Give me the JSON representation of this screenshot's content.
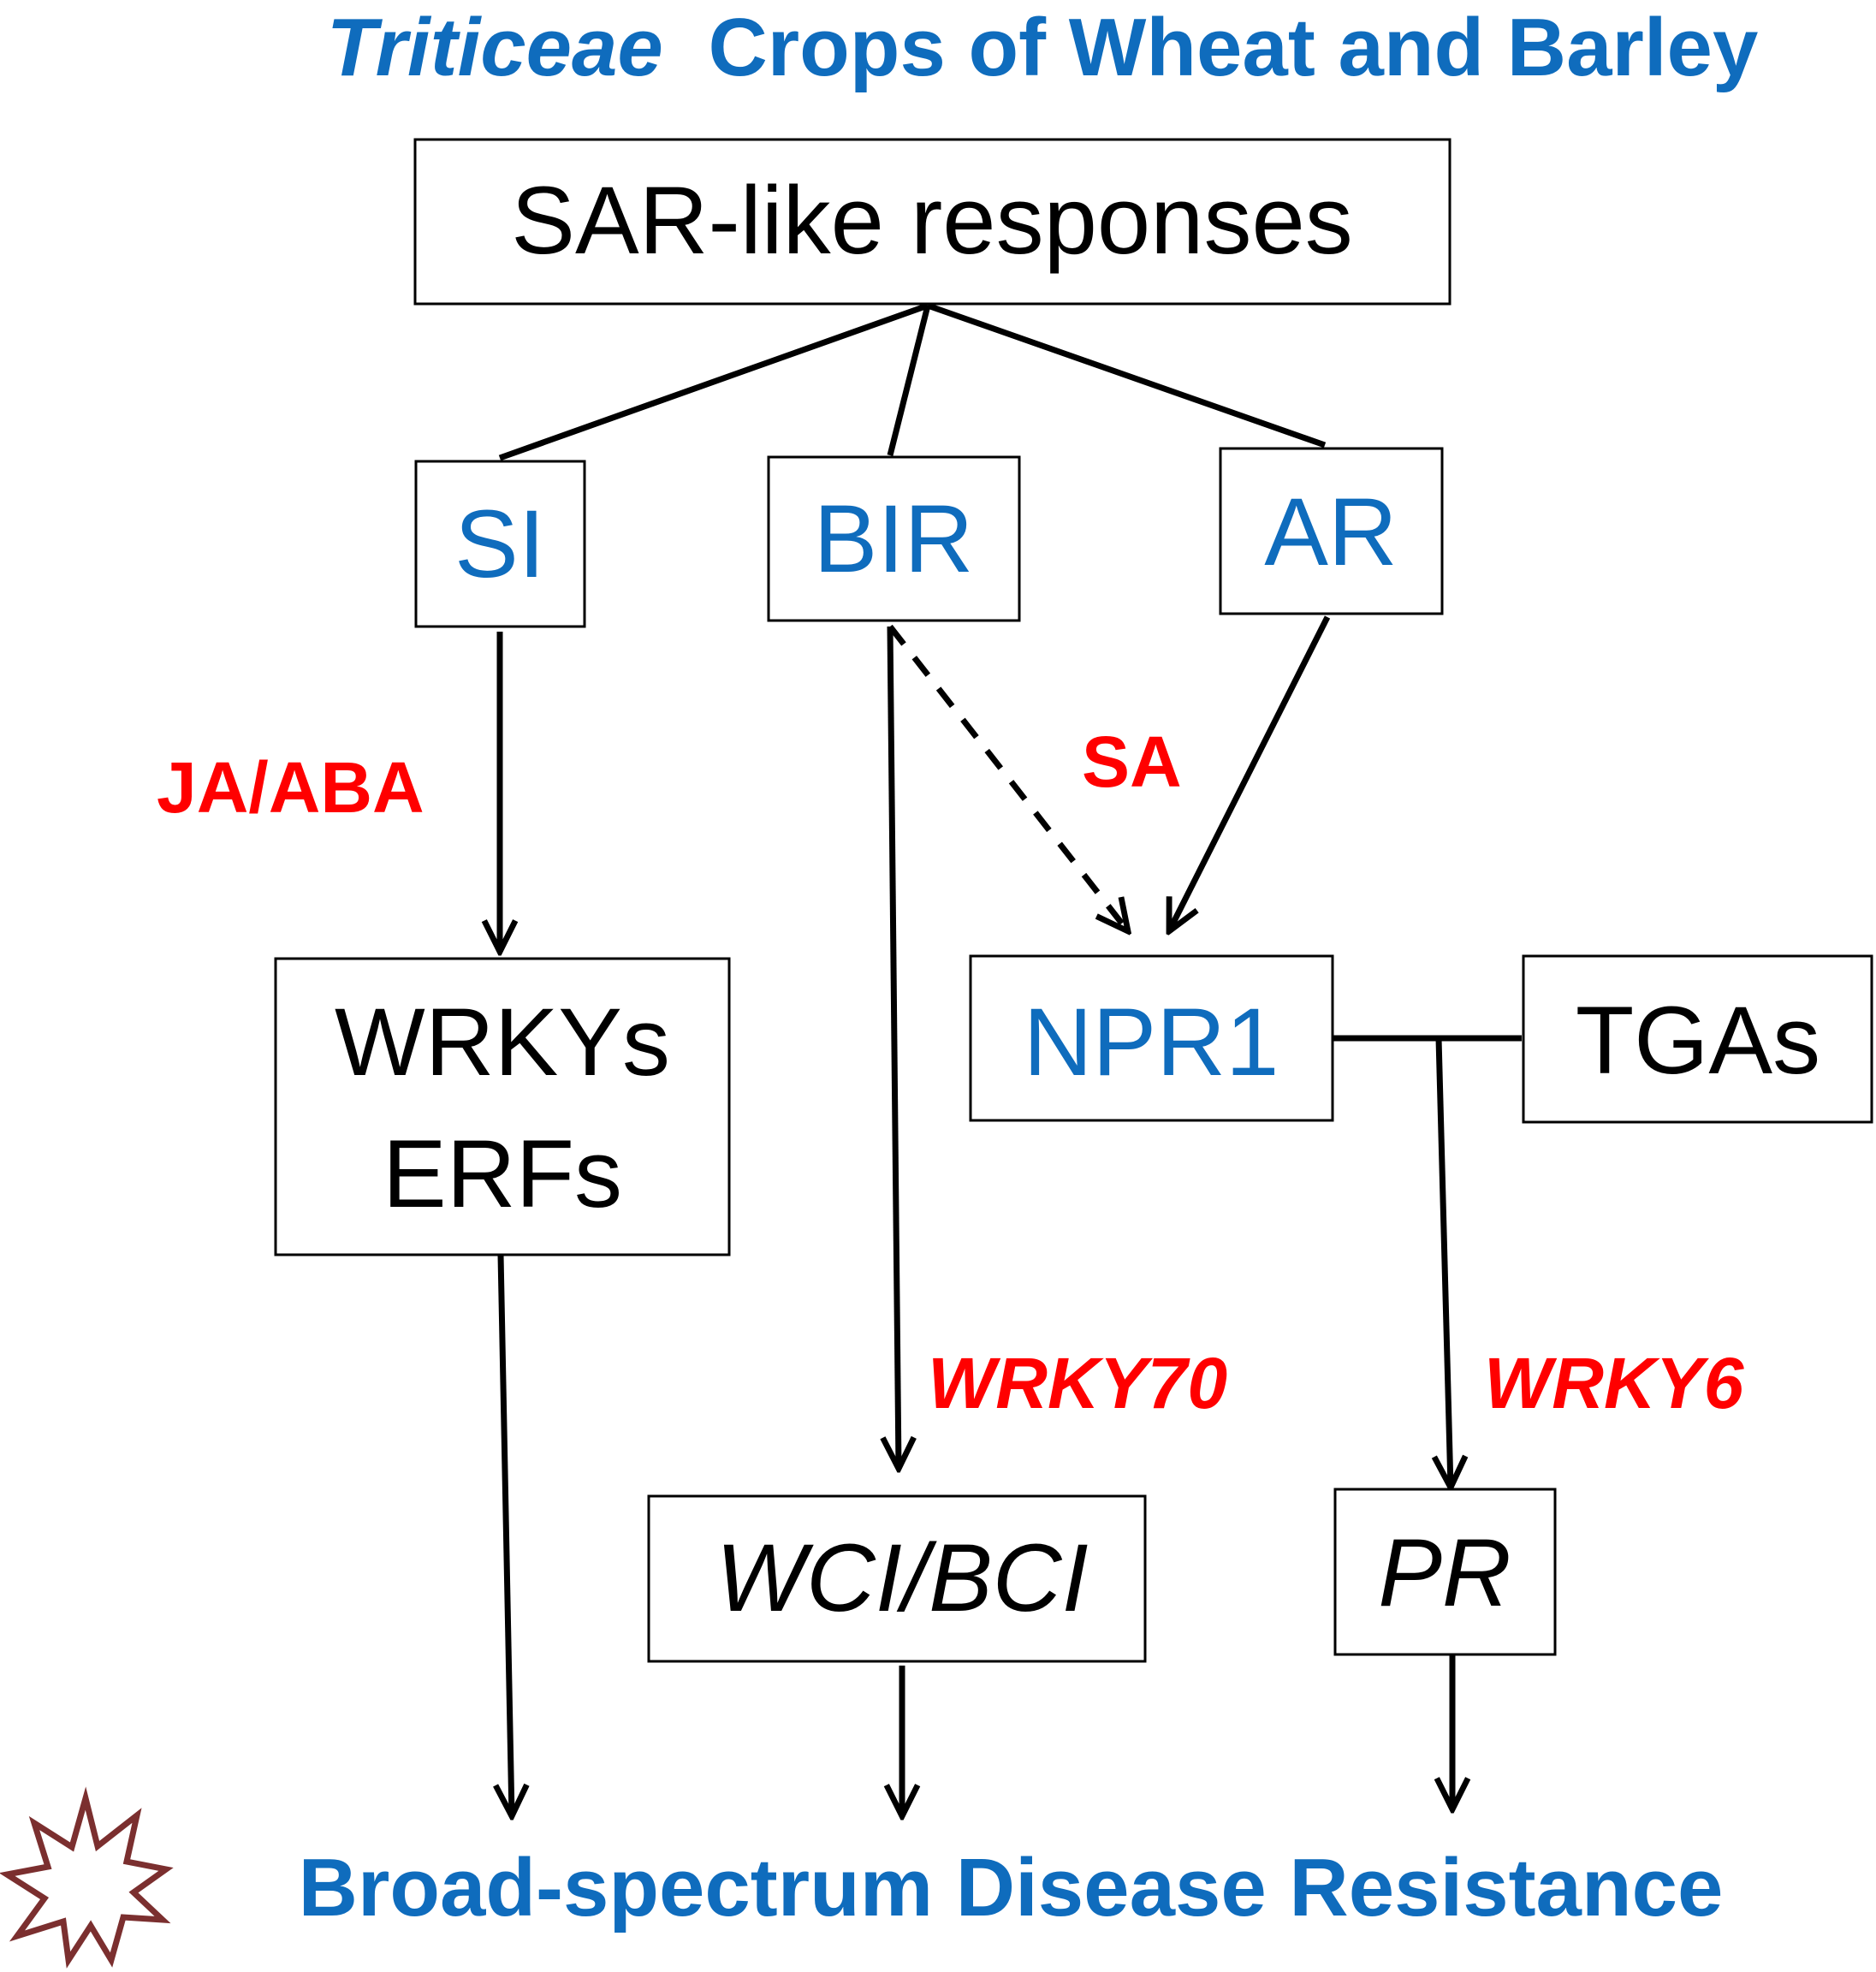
{
  "title": {
    "italic": "Triticeae",
    "rest": "Crops of Wheat and Barley"
  },
  "nodes": {
    "sar": "SAR-like responses",
    "si": "SI",
    "bir": "BIR",
    "ar": "AR",
    "wrkys": "WRKYs",
    "erfs": "ERFs",
    "npr1": "NPR1",
    "tgas": "TGAs",
    "wci": "WCI/BCI",
    "pr": "PR"
  },
  "edge_labels": {
    "ja_aba": "JA/ABA",
    "sa": "SA",
    "wrky70": "WRKY70",
    "wrky6": "WRKY6"
  },
  "footer": "Broad-spectrum Disease Resistance",
  "icons": {
    "footer_icon": "starburst-icon"
  },
  "colors": {
    "blue": "#0f6cbd",
    "red": "#ff0000",
    "black": "#000000",
    "star": "#7b2f2f"
  }
}
